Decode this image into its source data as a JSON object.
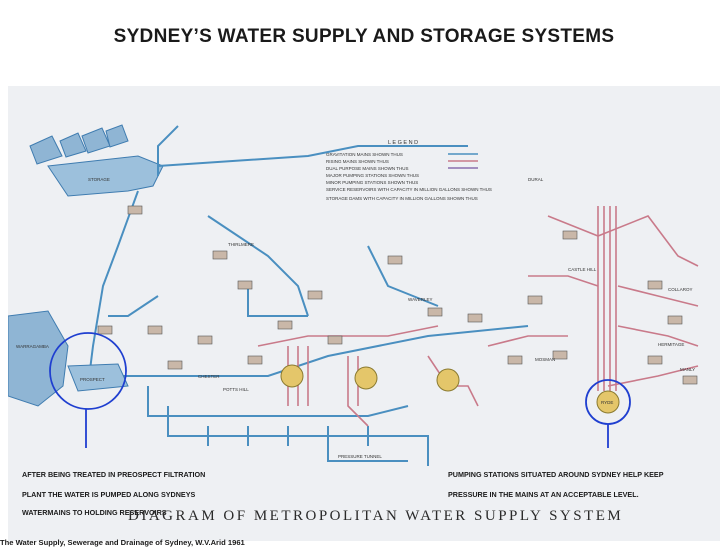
{
  "title": "SYDNEY’S WATER SUPPLY AND STORAGE SYSTEMS",
  "map": {
    "legend_heading": "L E G E N D",
    "legend_items": [
      "GRAVITATION MAINS SHOWN THUS",
      "RISING MAINS SHOWN THUS",
      "DUAL PURPOSE MAINS SHOWN THUS",
      "MAJOR PUMPING STATIONS SHOWN THUS",
      "MINOR PUMPING STATIONS SHOWN THUS",
      "SERVICE RESERVOIRS WITH CAPACITY IN MILLION GALLONS SHOWN THUS",
      "STORAGE DAMS WITH CAPACITY IN MILLION GALLONS SHOWN THUS"
    ],
    "places": {
      "warragamba": "WARRAGAMBA",
      "prospect": "PROSPECT",
      "pressure_tunnel": "PRESSURE TUNNEL",
      "ryde": "RYDE",
      "storage": "STORAGE",
      "waverley": "WAVERLEY",
      "potts_hill": "POTTS HILL",
      "chester": "CHESTER",
      "thirlmere": "THIRLMERE",
      "mosman": "MOSMAN",
      "hermitage": "HERMITAGE",
      "manly": "MANLY",
      "castle_hill": "CASTLE HILL",
      "collaroy": "COLLAROY",
      "dural": "DURAL"
    },
    "diagram_caption": "DIAGRAM OF METROPOLITAN WATER SUPPLY SYSTEM"
  },
  "notes": {
    "left": [
      "AFTER BEING TREATED IN PREOSPECT FILTRATION",
      "PLANT THE WATER IS PUMPED ALONG SYDNEYS",
      "WATERMAINS TO HOLDING RESERVOIRS"
    ],
    "right": [
      "PUMPING STATIONS SITUATED AROUND SYDNEY HELP KEEP",
      "PRESSURE IN THE MAINS AT AN ACCEPTABLE LEVEL."
    ]
  },
  "source": "The Water Supply, Sewerage and Drainage of Sydney, W.V.Arid 1961",
  "colors": {
    "gravitation": "#4a8fc0",
    "rising": "#c97a8a",
    "callout": "#1f3fd0"
  }
}
